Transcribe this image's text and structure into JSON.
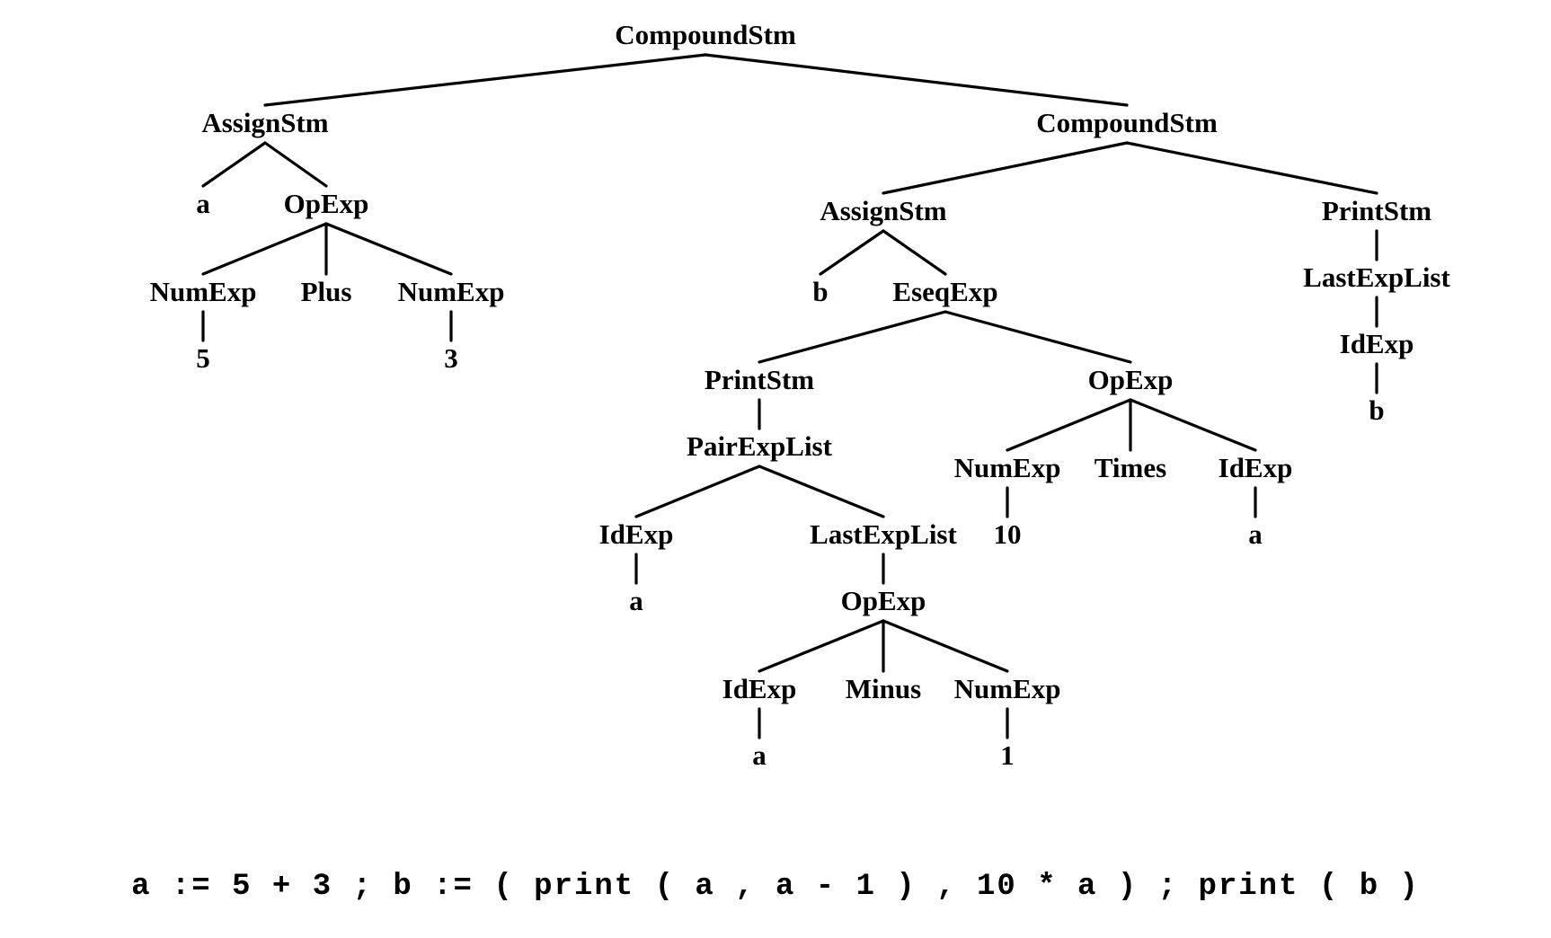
{
  "tree": {
    "label": "CompoundStm",
    "children": [
      {
        "label": "AssignStm",
        "children": [
          {
            "label": "a"
          },
          {
            "label": "OpExp",
            "children": [
              {
                "label": "NumExp",
                "children": [
                  {
                    "label": "5"
                  }
                ]
              },
              {
                "label": "Plus"
              },
              {
                "label": "NumExp",
                "children": [
                  {
                    "label": "3"
                  }
                ]
              }
            ]
          }
        ]
      },
      {
        "label": "CompoundStm",
        "children": [
          {
            "label": "AssignStm",
            "children": [
              {
                "label": "b"
              },
              {
                "label": "EseqExp",
                "children": [
                  {
                    "label": "PrintStm",
                    "children": [
                      {
                        "label": "PairExpList",
                        "children": [
                          {
                            "label": "IdExp",
                            "children": [
                              {
                                "label": "a"
                              }
                            ]
                          },
                          {
                            "label": "LastExpList",
                            "children": [
                              {
                                "label": "OpExp",
                                "children": [
                                  {
                                    "label": "IdExp",
                                    "children": [
                                      {
                                        "label": "a"
                                      }
                                    ]
                                  },
                                  {
                                    "label": "Minus"
                                  },
                                  {
                                    "label": "NumExp",
                                    "children": [
                                      {
                                        "label": "1"
                                      }
                                    ]
                                  }
                                ]
                              }
                            ]
                          }
                        ]
                      }
                    ]
                  },
                  {
                    "label": "OpExp",
                    "children": [
                      {
                        "label": "NumExp",
                        "children": [
                          {
                            "label": "10"
                          }
                        ]
                      },
                      {
                        "label": "Times"
                      },
                      {
                        "label": "IdExp",
                        "children": [
                          {
                            "label": "a"
                          }
                        ]
                      }
                    ]
                  }
                ]
              }
            ]
          },
          {
            "label": "PrintStm",
            "children": [
              {
                "label": "LastExpList",
                "children": [
                  {
                    "label": "IdExp",
                    "children": [
                      {
                        "label": "b"
                      }
                    ]
                  }
                ]
              }
            ]
          }
        ]
      }
    ]
  },
  "source": "a := 5 + 3 ; b := ( print ( a , a - 1 ) , 10 * a ) ; print ( b )"
}
